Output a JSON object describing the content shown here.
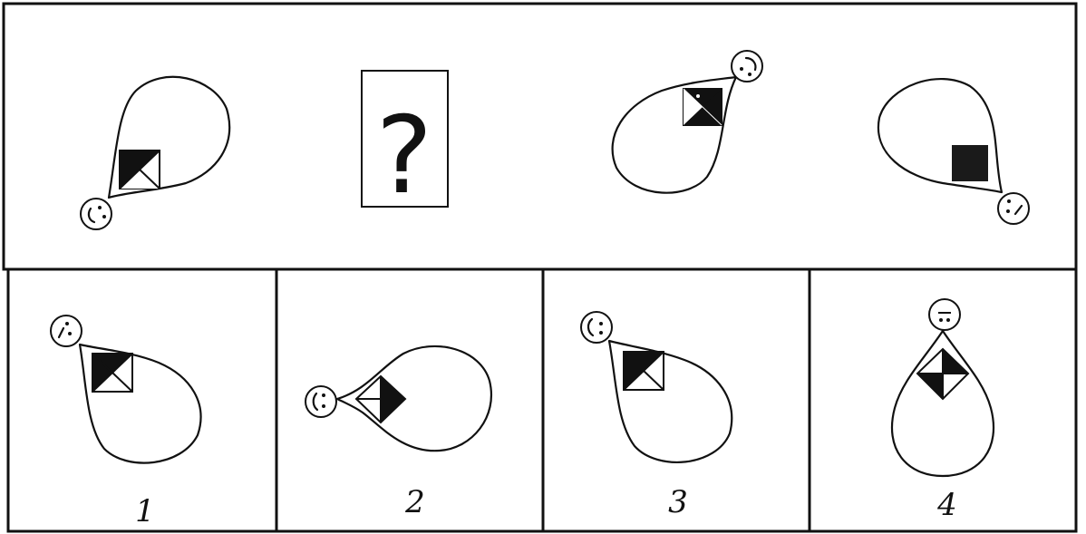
{
  "question": {
    "placeholder_symbol": "?"
  },
  "options": [
    {
      "label": "1"
    },
    {
      "label": "2"
    },
    {
      "label": "3"
    },
    {
      "label": "4"
    }
  ],
  "colors": {
    "ink": "#111111",
    "fill_dark": "#111111",
    "fill_light": "#ffffff",
    "background": "#ffffff"
  }
}
